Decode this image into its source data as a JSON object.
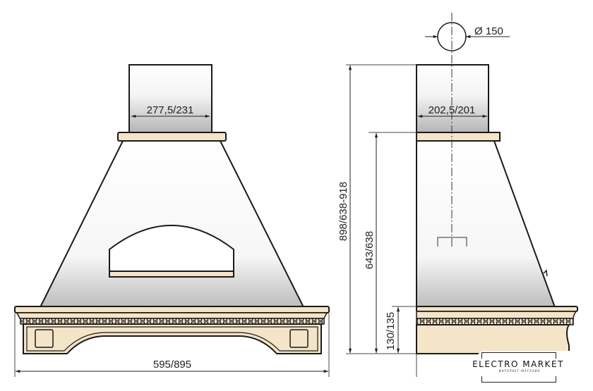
{
  "front_view": {
    "chimney_width_label": "277,5/231",
    "total_width_label": "595/895"
  },
  "side_view": {
    "duct_diameter_label": "Ø 150",
    "chimney_depth_label": "202,5/201",
    "total_height_label": "898/638-918",
    "body_height_label": "643/638",
    "cornice_height_label": "130/135"
  },
  "watermark": {
    "title": "ELECTRO MARKET",
    "subtitle": "ИНТЕРНЕТ-МАГАЗИН"
  },
  "colors": {
    "cream": "#f4e4c8",
    "outline": "#1a1a1a",
    "steel_light": "#ffffff",
    "steel_dark": "#b9b9bb"
  }
}
